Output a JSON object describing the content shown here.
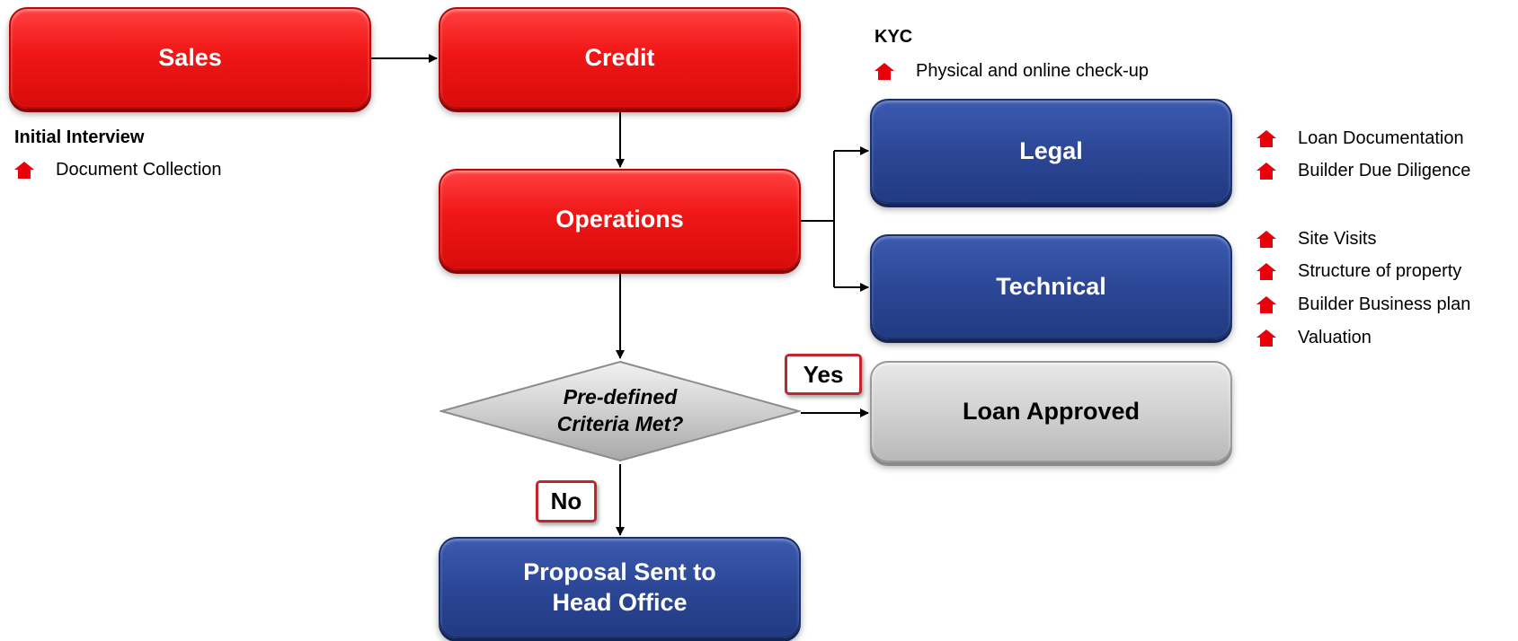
{
  "nodes": {
    "sales": "Sales",
    "credit": "Credit",
    "operations": "Operations",
    "legal": "Legal",
    "technical": "Technical",
    "decision_line1": "Pre-defined",
    "decision_line2": "Criteria Met?",
    "loan_approved": "Loan Approved",
    "proposal_line1": "Proposal Sent to",
    "proposal_line2": "Head Office"
  },
  "labels": {
    "yes": "Yes",
    "no": "No"
  },
  "notes": {
    "initial_interview": {
      "heading": "Initial Interview",
      "items": [
        "Document Collection"
      ]
    },
    "kyc": {
      "heading": "KYC",
      "items": [
        "Physical and online check-up"
      ]
    },
    "legal": {
      "items": [
        "Loan Documentation",
        "Builder Due Diligence"
      ]
    },
    "technical": {
      "items": [
        "Site Visits",
        "Structure of property",
        "Builder Business plan",
        "Valuation"
      ]
    }
  },
  "icons": {
    "bullet": "home-icon"
  },
  "colors": {
    "red_box": "#f01616",
    "blue_box": "#2c4796",
    "gray_box": "#cfcfcf",
    "bullet": "#e8000b",
    "tag_border": "#c0262c"
  }
}
